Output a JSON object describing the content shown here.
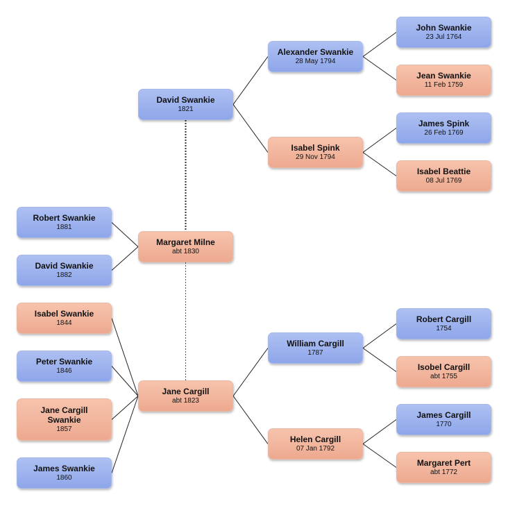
{
  "colors": {
    "male": "#9db3ee",
    "female": "#f3b69e",
    "line": "#222222"
  },
  "people": {
    "john_swankie": {
      "name": "John Swankie",
      "date": "23 Jul 1764",
      "sex": "male"
    },
    "jean_swankie": {
      "name": "Jean Swankie",
      "date": "11 Feb 1759",
      "sex": "female"
    },
    "james_spink": {
      "name": "James Spink",
      "date": "26 Feb 1769",
      "sex": "male"
    },
    "isabel_beattie": {
      "name": "Isabel Beattie",
      "date": "08 Jul 1769",
      "sex": "female"
    },
    "alexander_swankie": {
      "name": "Alexander Swankie",
      "date": "28 May 1794",
      "sex": "male"
    },
    "isabel_spink": {
      "name": "Isabel Spink",
      "date": "29 Nov 1794",
      "sex": "female"
    },
    "david_swankie_1821": {
      "name": "David Swankie",
      "date": "1821",
      "sex": "male"
    },
    "robert_swankie": {
      "name": "Robert Swankie",
      "date": "1881",
      "sex": "male"
    },
    "david_swankie_1882": {
      "name": "David Swankie",
      "date": "1882",
      "sex": "male"
    },
    "margaret_milne": {
      "name": "Margaret Milne",
      "date": "abt 1830",
      "sex": "female"
    },
    "isabel_swankie": {
      "name": "Isabel Swankie",
      "date": "1844",
      "sex": "female"
    },
    "peter_swankie": {
      "name": "Peter Swankie",
      "date": "1846",
      "sex": "male"
    },
    "jane_cargill_swankie": {
      "name": "Jane Cargill Swankie",
      "date": "1857",
      "sex": "female"
    },
    "james_swankie": {
      "name": "James Swankie",
      "date": "1860",
      "sex": "male"
    },
    "jane_cargill": {
      "name": "Jane Cargill",
      "date": "abt 1823",
      "sex": "female"
    },
    "william_cargill": {
      "name": "William Cargill",
      "date": "1787",
      "sex": "male"
    },
    "helen_cargill": {
      "name": "Helen Cargill",
      "date": "07 Jan 1792",
      "sex": "female"
    },
    "robert_cargill": {
      "name": "Robert Cargill",
      "date": "1754",
      "sex": "male"
    },
    "isobel_cargill": {
      "name": "Isobel Cargill",
      "date": "abt 1755",
      "sex": "female"
    },
    "james_cargill": {
      "name": "James Cargill",
      "date": "1770",
      "sex": "male"
    },
    "margaret_pert": {
      "name": "Margaret Pert",
      "date": "abt 1772",
      "sex": "female"
    }
  },
  "links": [
    {
      "from": "alexander_swankie",
      "to": "john_swankie",
      "kind": "parent"
    },
    {
      "from": "alexander_swankie",
      "to": "jean_swankie",
      "kind": "parent"
    },
    {
      "from": "isabel_spink",
      "to": "james_spink",
      "kind": "parent"
    },
    {
      "from": "isabel_spink",
      "to": "isabel_beattie",
      "kind": "parent"
    },
    {
      "from": "david_swankie_1821",
      "to": "alexander_swankie",
      "kind": "parent"
    },
    {
      "from": "david_swankie_1821",
      "to": "isabel_spink",
      "kind": "parent"
    },
    {
      "from": "jane_cargill",
      "to": "william_cargill",
      "kind": "parent"
    },
    {
      "from": "jane_cargill",
      "to": "helen_cargill",
      "kind": "parent"
    },
    {
      "from": "william_cargill",
      "to": "robert_cargill",
      "kind": "parent"
    },
    {
      "from": "william_cargill",
      "to": "isobel_cargill",
      "kind": "parent"
    },
    {
      "from": "helen_cargill",
      "to": "james_cargill",
      "kind": "parent"
    },
    {
      "from": "helen_cargill",
      "to": "margaret_pert",
      "kind": "parent"
    },
    {
      "from": "margaret_milne",
      "to": "robert_swankie",
      "kind": "child"
    },
    {
      "from": "margaret_milne",
      "to": "david_swankie_1882",
      "kind": "child"
    },
    {
      "from": "jane_cargill",
      "to": "isabel_swankie",
      "kind": "child"
    },
    {
      "from": "jane_cargill",
      "to": "peter_swankie",
      "kind": "child"
    },
    {
      "from": "jane_cargill",
      "to": "jane_cargill_swankie",
      "kind": "child"
    },
    {
      "from": "jane_cargill",
      "to": "james_swankie",
      "kind": "child"
    },
    {
      "from": "david_swankie_1821",
      "to": "margaret_milne",
      "kind": "spouse"
    },
    {
      "from": "margaret_milne",
      "to": "jane_cargill",
      "kind": "spouse-light"
    }
  ]
}
